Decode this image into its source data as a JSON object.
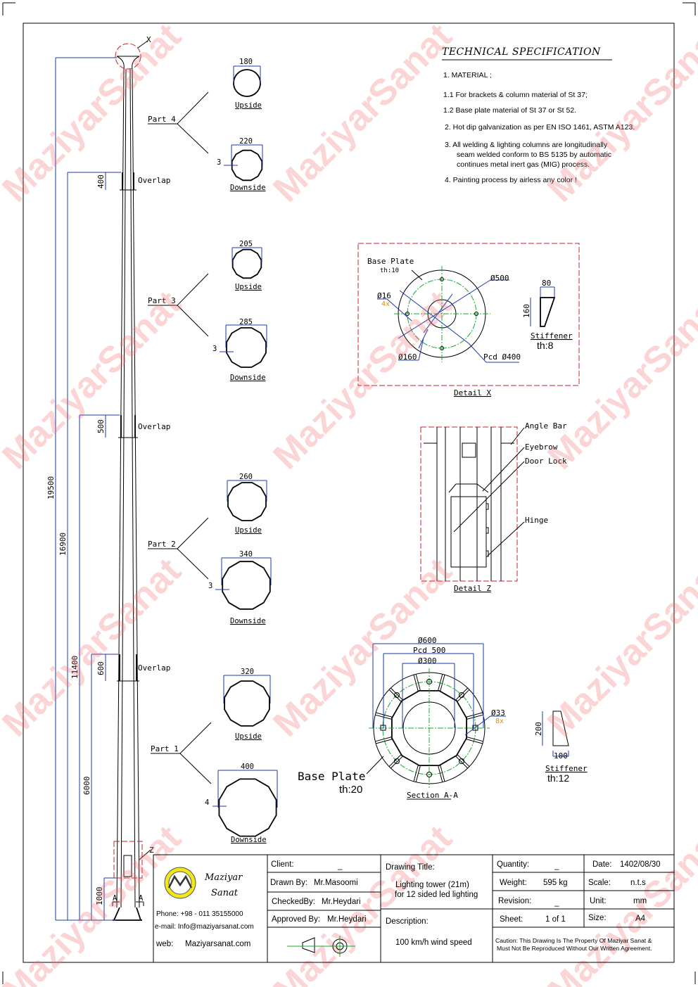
{
  "watermark": "MaziyarSanat",
  "colors": {
    "dimension": "#1a3aa8",
    "centerline": "#18a832",
    "detail_frame": "#c0262c",
    "watermark": "#f26a6a",
    "logo": "#f0e81a"
  },
  "elevation": {
    "marker_x": "X",
    "marker_z": "Z",
    "section_marks": [
      "A",
      "A"
    ],
    "dimensions": [
      "19500",
      "16900",
      "11400",
      "6000",
      "1000"
    ],
    "overlaps": [
      {
        "value": "400",
        "label": "Overlap"
      },
      {
        "value": "500",
        "label": "Overlap"
      },
      {
        "value": "600",
        "label": "Overlap"
      }
    ]
  },
  "parts": [
    {
      "label": "Part 4",
      "upside": "180",
      "downside": "220",
      "thickness": "3",
      "upside_label": "Upside",
      "downside_label": "Downside"
    },
    {
      "label": "Part 3",
      "upside": "205",
      "downside": "285",
      "thickness": "3",
      "upside_label": "Upside",
      "downside_label": "Downside"
    },
    {
      "label": "Part 2",
      "upside": "260",
      "downside": "340",
      "thickness": "3",
      "upside_label": "Upside",
      "downside_label": "Downside"
    },
    {
      "label": "Part 1",
      "upside": "320",
      "downside": "400",
      "thickness": "4",
      "upside_label": "Upside",
      "downside_label": "Downside"
    }
  ],
  "spec": {
    "title": "TECHNICAL  SPECIFICATION",
    "lines": [
      "1. MATERIAL ;",
      "1.1  For brackets & column material of St 37;",
      "1.2  Base plate material of St 37 or St 52.",
      "2.  Hot dip galvanization as per EN ISO 1461, ASTM A123.",
      "3.  All welding & lighting columns are longitudinally",
      "seam  welded conform to BS 5135 by automatic",
      "continues metal inert gas (MIG) process.",
      "4.  Painting process by airless any color !"
    ]
  },
  "detail_x": {
    "title": "Detail  X",
    "base_plate": "Base Plate",
    "base_th": "th:10",
    "d500": "Ø500",
    "d16": "Ø16",
    "qty16": "4x",
    "d160": "Ø160",
    "pcd": "Pcd Ø400",
    "stiff_w": "80",
    "stiff_h": "160",
    "stiffener": "Stiffener",
    "stiff_th": "th:8"
  },
  "detail_z": {
    "title": "Detail  Z",
    "labels": [
      "Angle  Bar",
      "Eyebrow",
      "Door  Lock",
      "Hinge"
    ]
  },
  "section_aa": {
    "title": "Section  A-A",
    "d600": "Ø600",
    "pcd": "Pcd 500",
    "d300": "Ø300",
    "d33": "Ø33",
    "qty33": "8x",
    "base_plate": "Base  Plate",
    "base_th": "th:20",
    "stiff_h": "200",
    "stiff_w": "100",
    "stiffener": "Stiffener",
    "stiff_th": "th:12"
  },
  "title_block": {
    "company_line1": "Maziyar",
    "company_line2": "Sanat",
    "phone": "Phone: +98 - 011 35155000",
    "email": "e-mail:  Info@maziyarsanat.com",
    "web_label": "web:",
    "web": "Maziyarsanat.com",
    "client_label": "Client:",
    "client": "_",
    "drawn_label": "Drawn By:",
    "drawn": "Mr.Masoomi",
    "checked_label": "CheckedBy:",
    "checked": "Mr.Heydari",
    "approved_label": "Approved By:",
    "approved": "Mr.Heydari",
    "drawing_title_label": "Drawing Title:",
    "drawing_title_1": "Lighting tower (21m)",
    "drawing_title_2": "for 12 sided led lighting",
    "description_label": "Description:",
    "description": "100 km/h wind speed",
    "quantity_label": "Quantity:",
    "quantity": "_",
    "weight_label": "Weight:",
    "weight": "595 kg",
    "revision_label": "Revision:",
    "revision": "_",
    "sheet_label": "Sheet:",
    "sheet": "1 of 1",
    "date_label": "Date:",
    "date": "1402/08/30",
    "scale_label": "Scale:",
    "scale": "n.t.s",
    "unit_label": "Unit:",
    "unit": "mm",
    "size_label": "Size:",
    "size": "A4",
    "caution_1": "Caution: This Drawing Is The Property Of Maziyar Sanat &",
    "caution_2": "Must Not Be Reproduced Without Our Written Agreement."
  }
}
